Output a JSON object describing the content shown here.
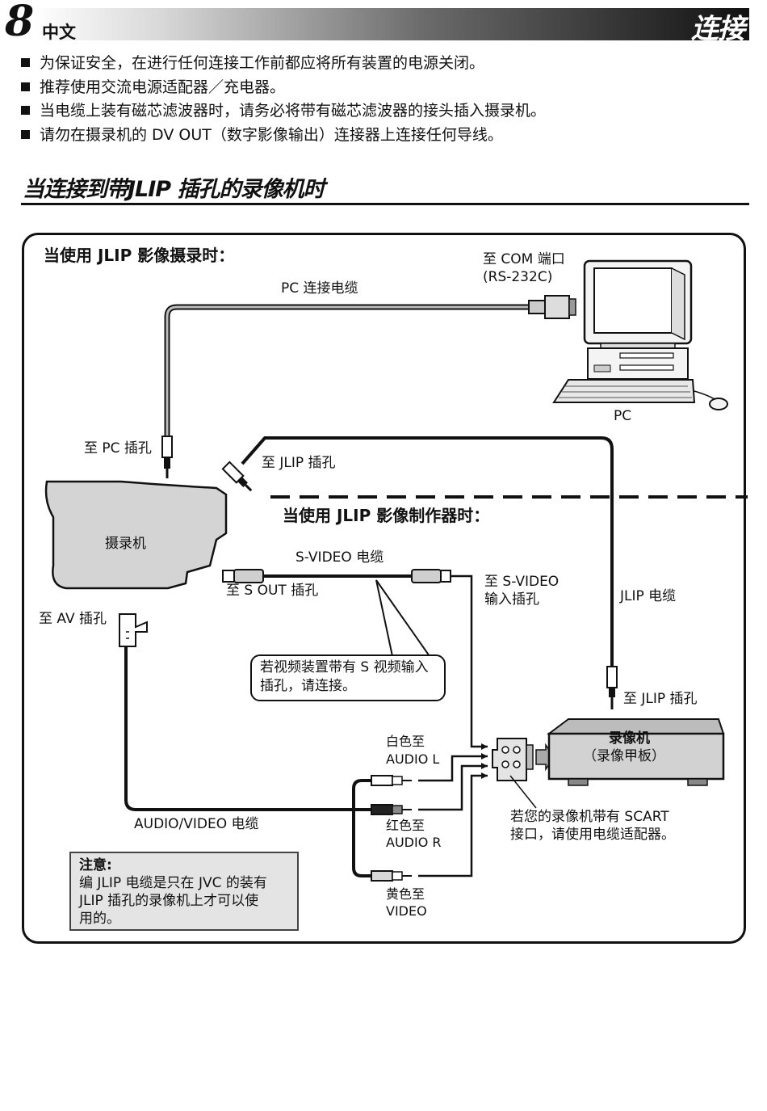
{
  "header": {
    "page_number": "8",
    "language": "中文",
    "section": "连接"
  },
  "bullets": [
    "为保证安全，在进行任何连接工作前都应将所有装置的电源关闭。",
    "推荐使用交流电源适配器／充电器。",
    "当电缆上装有磁芯滤波器时，请务必将带有磁芯滤波器的接头插入摄录机。",
    "请勿在摄录机的 DV OUT（数字影像输出）连接器上连接任何导线。"
  ],
  "heading": "当连接到带JLIP 插孔的录像机时",
  "diagram": {
    "jlip_capture_title": "当使用 JLIP 影像摄录时：",
    "jlip_producer_title": "当使用 JLIP 影像制作器时：",
    "com_port_line1": "至 COM 端口",
    "com_port_line2": "(RS-232C)",
    "pc_cable": "PC 连接电缆",
    "pc_label": "PC",
    "to_pc_jack": "至 PC 插孔",
    "to_jlip_jack_top": "至 JLIP 插孔",
    "camcorder": "摄录机",
    "svideo_cable": "S-VIDEO 电缆",
    "to_s_out": "至 S OUT 插孔",
    "to_svideo_in_line1": "至 S-VIDEO",
    "to_svideo_in_line2": "输入插孔",
    "jlip_cable": "JLIP 电缆",
    "to_av_jack": "至 AV 插孔",
    "bubble_line1": "若视频装置带有 S 视频输入",
    "bubble_line2": "插孔，请连接。",
    "to_jlip_jack_vcr": "至 JLIP 插孔",
    "vcr_line1": "录像机",
    "vcr_line2": "（录像甲板）",
    "white_line1": "白色至",
    "white_line2": "AUDIO L",
    "red_line1": "红色至",
    "red_line2": "AUDIO R",
    "yellow_line1": "黄色至",
    "yellow_line2": "VIDEO",
    "av_cable": "AUDIO/VIDEO 电缆",
    "scart_line1": "若您的录像机带有 SCART",
    "scart_line2": "接口，请使用电缆适配器。"
  },
  "note": {
    "title": "注意:",
    "line1": "编 JLIP 电缆是只在 JVC 的装有",
    "line2": "JLIP 插孔的录像机上才可以使",
    "line3": "用的。"
  }
}
